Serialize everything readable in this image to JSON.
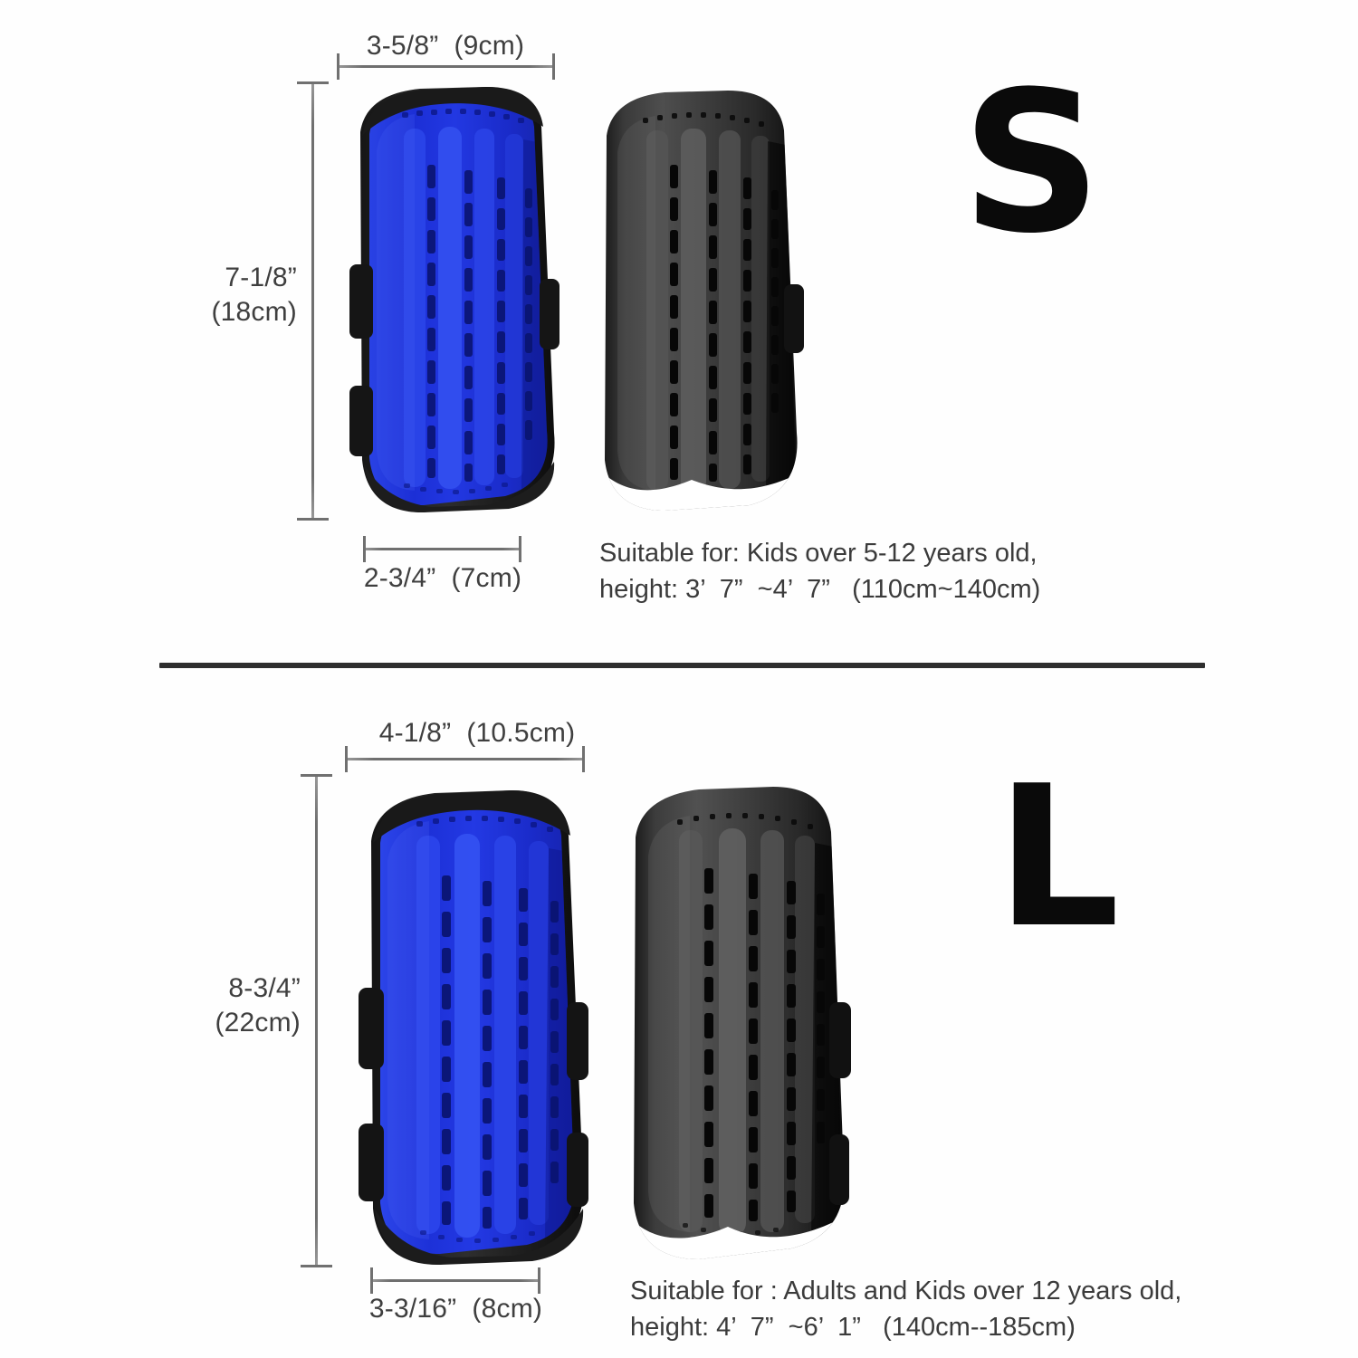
{
  "document": {
    "type": "product-size-chart",
    "product": "soccer shin guards",
    "background_color": "#ffffff"
  },
  "colors": {
    "guard_blue": "#1a2fd8",
    "guard_blue_light": "#3a55f0",
    "guard_blue_dark": "#0d1aa0",
    "guard_black": "#2b2b2b",
    "guard_black_light": "#5a5a5a",
    "guard_black_dark": "#111111",
    "trim_black": "#151515",
    "line_gray": "#6f6f6f",
    "text_gray": "#3b3b3b",
    "divider": "#2e2e2e"
  },
  "sections": [
    {
      "id": "small",
      "size_letter": "S",
      "width_top": {
        "label": "3-5/8”  (9cm)",
        "inches": "3-5/8”",
        "cm": "9cm"
      },
      "height": {
        "label_line1": "7-1/8”",
        "label_line2": "(18cm)",
        "inches": "7-1/8”",
        "cm": "18cm"
      },
      "width_bottom": {
        "label": "2-3/4”  (7cm)",
        "inches": "2-3/4”",
        "cm": "7cm"
      },
      "info_line1": "Suitable for: Kids over 5-12 years old,",
      "info_line2": "height: 3’  7”  ~4’  7”   (110cm~140cm)",
      "guards": [
        {
          "name": "blue-shin-guard",
          "color": "blue"
        },
        {
          "name": "black-shin-guard",
          "color": "black"
        }
      ]
    },
    {
      "id": "large",
      "size_letter": "L",
      "width_top": {
        "label": "4-1/8”  (10.5cm)",
        "inches": "4-1/8”",
        "cm": "10.5cm"
      },
      "height": {
        "label_line1": "8-3/4”",
        "label_line2": "(22cm)",
        "inches": "8-3/4”",
        "cm": "22cm"
      },
      "width_bottom": {
        "label": "3-3/16”  (8cm)",
        "inches": "3-3/16”",
        "cm": "8cm"
      },
      "info_line1": "Suitable for : Adults and Kids over 12 years old,",
      "info_line2": "height: 4’  7”  ~6’  1”   (140cm--185cm)",
      "guards": [
        {
          "name": "blue-shin-guard",
          "color": "blue"
        },
        {
          "name": "black-shin-guard",
          "color": "black"
        }
      ]
    }
  ]
}
